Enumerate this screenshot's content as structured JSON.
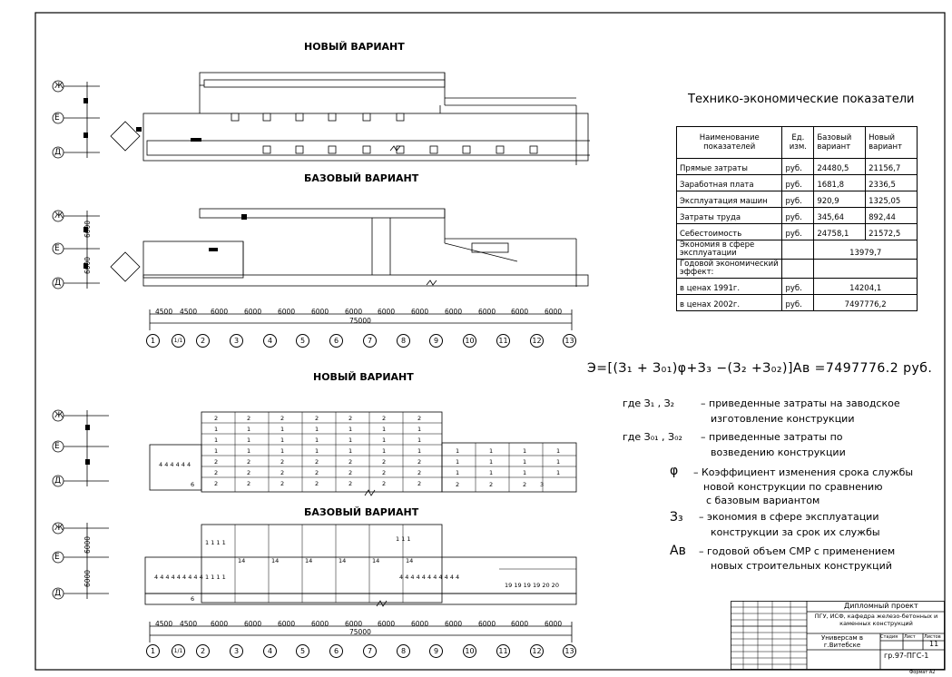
{
  "plans": {
    "plan1_title": "НОВЫЙ ВАРИАНТ",
    "plan2_title": "БАЗОВЫЙ ВАРИАНТ",
    "plan3_title": "НОВЫЙ ВАРИАНТ",
    "plan4_title": "БАЗОВЫЙ ВАРИАНТ",
    "row_axes": [
      "Ж",
      "Е",
      "Д"
    ],
    "column_axes": [
      "1",
      "1/1",
      "2",
      "3",
      "4",
      "5",
      "6",
      "7",
      "8",
      "9",
      "10",
      "11",
      "12",
      "13"
    ],
    "spans": [
      "4500",
      "4500",
      "6000",
      "6000",
      "6000",
      "6000",
      "6000",
      "6000",
      "6000",
      "6000",
      "6000",
      "6000",
      "6000"
    ],
    "total_length": "75000",
    "vertical_spans": [
      "6000",
      "6000"
    ]
  },
  "tep": {
    "title": "Технико-экономические показатели",
    "headers": [
      "Наименование показателей",
      "Ед. изм.",
      "Базовый вариант",
      "Новый вариант"
    ],
    "rows": [
      {
        "name": "Прямые затраты",
        "unit": "руб.",
        "base": "24480,5",
        "new": "21156,7"
      },
      {
        "name": "Заработная плата",
        "unit": "руб.",
        "base": "1681,8",
        "new": "2336,5"
      },
      {
        "name": "Эксплуатация машин",
        "unit": "руб.",
        "base": "920,9",
        "new": "1325,05"
      },
      {
        "name": "Затраты труда",
        "unit": "руб.",
        "base": "345,64",
        "new": "892,44"
      },
      {
        "name": "Себестоимость",
        "unit": "руб.",
        "base": "24758,1",
        "new": "21572,5"
      }
    ],
    "economy_name": "Экономия в сфере эксплуатации",
    "economy_value": "13979,7",
    "annual_name": "Годовой экономический эффект:",
    "price1991_name": "в ценах 1991г.",
    "price1991_unit": "руб.",
    "price1991_value": "14204,1",
    "price2002_name": "в ценах 2002г.",
    "price2002_unit": "руб.",
    "price2002_value": "7497776,2"
  },
  "formula": {
    "text": "Э=[(З₁ + З₀₁)φ+З₃ −(З₂ +З₀₂)]Aв =7497776.2 руб."
  },
  "legend": {
    "where1_sym": "где З₁ , З₂",
    "where1_text_1": "– приведенные затраты на заводское",
    "where1_text_2": "изготовление конструкции",
    "where2_sym": "где З₀₁ , З₀₂",
    "where2_text_1": "– приведенные затраты по",
    "where2_text_2": "возведению конструкции",
    "phi_sym": "φ",
    "phi_text_1": "– Коэффициент изменения срока службы",
    "phi_text_2": "новой конструкции по сравнению",
    "phi_text_3": "с базовым вариантом",
    "e_sym": "З₃",
    "e_text_1": "– экономия в сфере эксплуатации",
    "e_text_2": "конструкции за срок их службы",
    "a_sym": "Aв",
    "a_text_1": "– годовой объем СМР с применением",
    "a_text_2": "новых строительных конструкций"
  },
  "stamp": {
    "project": "Дипломный проект",
    "org": "ПГУ, ИСФ, кафедра железо-бетонных и каменных конструкций",
    "object": "Универсам в г.Витебске",
    "stage_label": "Стадия",
    "sheet_label": "Лист",
    "sheets_label": "Листов",
    "sheet_no": "11",
    "group": "гр.97-ПГС-1",
    "format": "Формат А2"
  }
}
